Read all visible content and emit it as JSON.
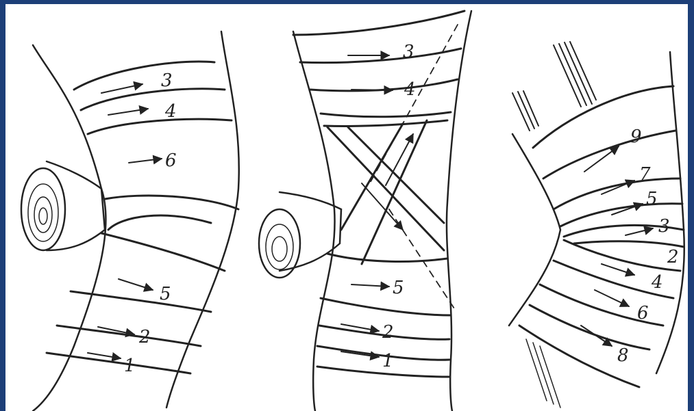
{
  "colors": {
    "border": "#1d3f78",
    "ink": "#222222",
    "paper": "#ffffff"
  },
  "figures": [
    {
      "id": "left",
      "labels": [
        "3",
        "4",
        "6",
        "5",
        "2",
        "1"
      ]
    },
    {
      "id": "middle",
      "labels": [
        "3",
        "4",
        "5",
        "2",
        "1"
      ]
    },
    {
      "id": "right",
      "labels": [
        "9",
        "7",
        "5",
        "3",
        "2",
        "4",
        "6",
        "8"
      ]
    }
  ]
}
